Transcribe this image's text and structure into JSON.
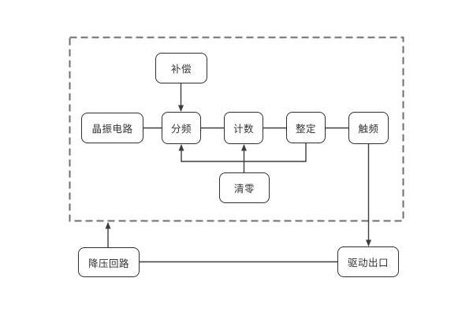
{
  "diagram": {
    "nodes": {
      "compensation": {
        "label": "补偿"
      },
      "crystal_osc": {
        "label": "晶振电路"
      },
      "freq_divider": {
        "label": "分频"
      },
      "counter": {
        "label": "计数"
      },
      "setting": {
        "label": "整定"
      },
      "trigger_freq": {
        "label": "触频"
      },
      "reset": {
        "label": "清零"
      },
      "stepdown_circuit": {
        "label": "降压回路"
      },
      "drive_output": {
        "label": "驱动出口"
      }
    },
    "edges": [
      {
        "from": "compensation",
        "to": "freq_divider",
        "arrow": true,
        "route": "straight-down"
      },
      {
        "from": "crystal_osc",
        "to": "freq_divider",
        "arrow": false,
        "route": "straight-right"
      },
      {
        "from": "freq_divider",
        "to": "counter",
        "arrow": false,
        "route": "straight-right"
      },
      {
        "from": "counter",
        "to": "setting",
        "arrow": false,
        "route": "straight-right"
      },
      {
        "from": "setting",
        "to": "trigger_freq",
        "arrow": false,
        "route": "straight-right"
      },
      {
        "from": "setting",
        "to": "freq_divider",
        "arrow": true,
        "route": "down-left-up-feedback"
      },
      {
        "from": "reset",
        "to": "counter",
        "arrow": true,
        "route": "straight-up"
      },
      {
        "from": "trigger_freq",
        "to": "drive_output",
        "arrow": true,
        "route": "straight-down"
      },
      {
        "from": "stepdown_circuit",
        "to": "dashed_boundary",
        "arrow": true,
        "route": "straight-up"
      },
      {
        "from": "stepdown_circuit",
        "to": "drive_output",
        "arrow": false,
        "route": "straight-right"
      }
    ],
    "boundary": {
      "type": "dashed-rectangle",
      "encloses": [
        "compensation",
        "crystal_osc",
        "freq_divider",
        "counter",
        "setting",
        "trigger_freq",
        "reset"
      ]
    },
    "colors": {
      "background": "#ffffff",
      "node_border": "#2f2f2f",
      "node_fill": "#ffffff",
      "connector": "#3d3d3d",
      "dashed_boundary": "#6e6e6e",
      "text": "#333333"
    }
  }
}
